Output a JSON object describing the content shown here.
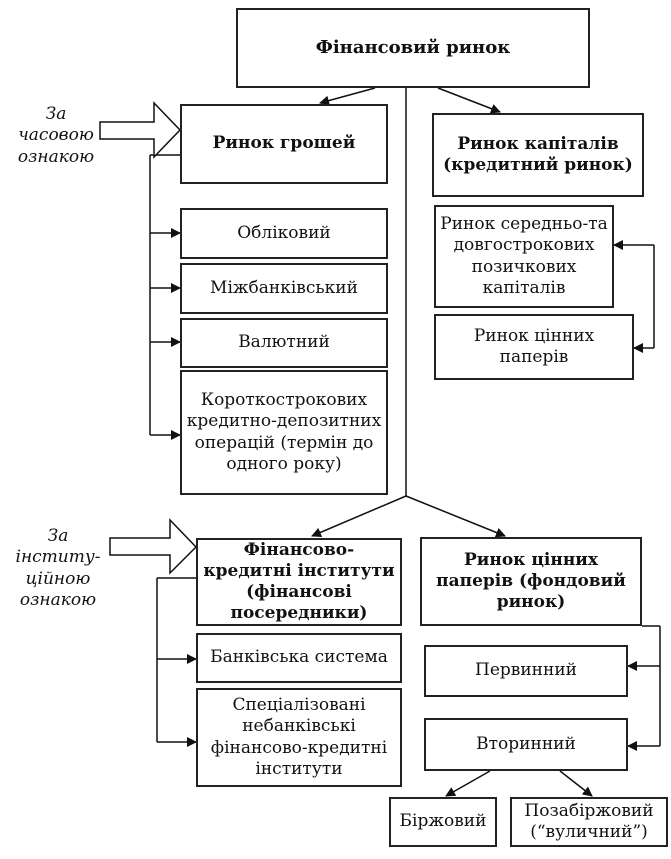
{
  "title": "Фінансовий ринок",
  "side_labels": {
    "time": "За часовою ознакою",
    "time_lines": [
      "За",
      "часовою",
      "ознакою"
    ],
    "institutional": "За інституційною ознакою",
    "institutional_lines": [
      "За",
      "інститу-",
      "ційною",
      "ознакою"
    ]
  },
  "money_market": {
    "title": "Ринок грошей",
    "items": [
      "Обліковий",
      "Міжбанківський",
      "Валютний",
      "Короткострокових кредитно-депозитних операцій (термін до одного року)"
    ]
  },
  "capital_market": {
    "title": "Ринок капіталів (кредитний ринок)",
    "items": [
      "Ринок середньо-та довгострокових позичкових капіталів",
      "Ринок цінних паперів"
    ]
  },
  "institutions": {
    "title": "Фінансово-кредитні інститути (фінансові посередники)",
    "items": [
      "Банківська система",
      "Спеціалізовані небанківські фінансово-кредитні інститути"
    ]
  },
  "securities_market": {
    "title": "Ринок цінних паперів (фондовий ринок)",
    "items": [
      "Первинний",
      "Вторинний"
    ],
    "secondary_children": [
      "Біржовий",
      "Позабіржовий (“вуличний”)"
    ]
  }
}
